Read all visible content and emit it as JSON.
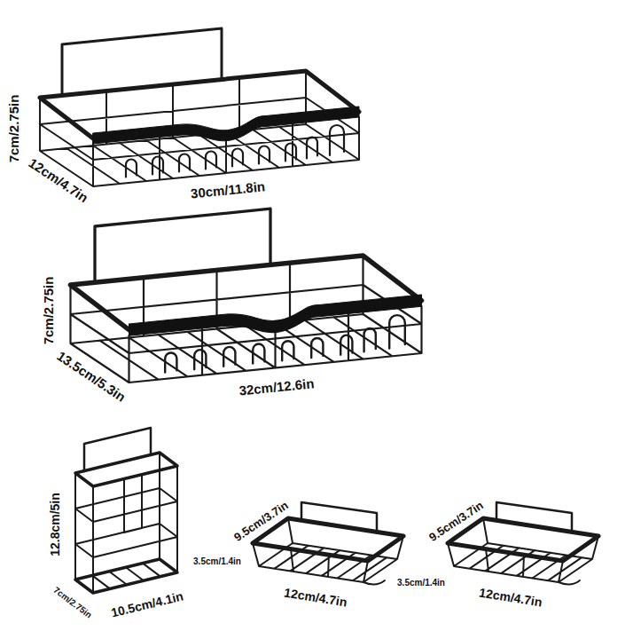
{
  "diagram": {
    "labels": [
      "7cm/2.75in",
      "12cm/4.7in",
      "30cm/11.8in",
      "7cm/2.75in",
      "13.5cm/5.3in",
      "32cm/12.6in",
      "12.8cm/5in",
      "7cm/2.75in",
      "10.5cm/4.1in",
      "9.5cm/3.7in",
      "3.5cm/1.4in",
      "12cm/4.7in",
      "3.5cm/1.4in",
      "9.5cm/3.7in",
      "12cm/4.7in"
    ]
  }
}
